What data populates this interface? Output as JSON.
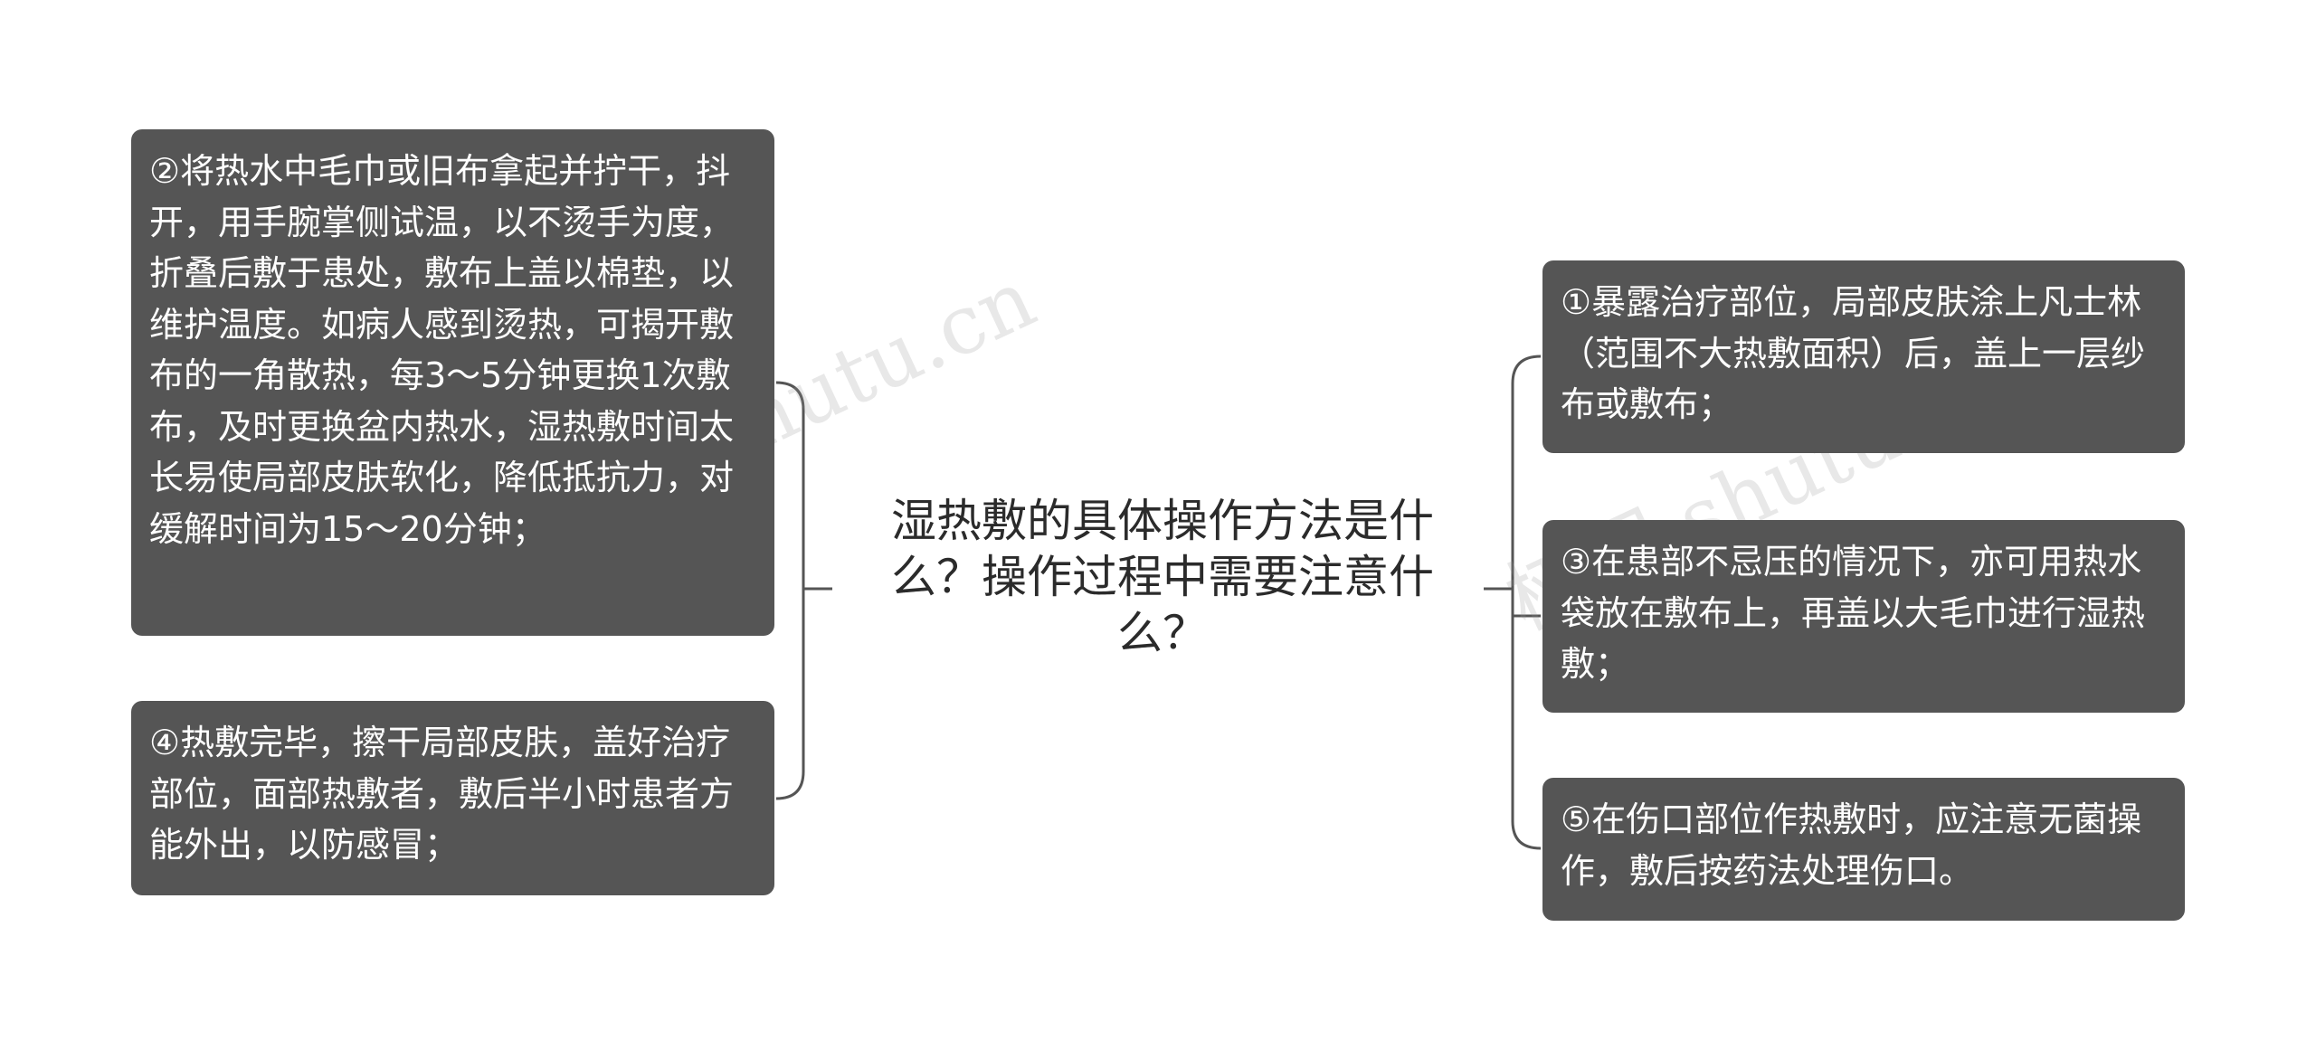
{
  "center": {
    "title": "湿热敷的具体操作方法是什么？操作过程中需要注意什么？"
  },
  "left_nodes": [
    {
      "id": "2",
      "text": "②将热水中毛巾或旧布拿起并拧干，抖开，用手腕掌侧试温，以不烫手为度，折叠后敷于患处，敷布上盖以棉垫，以维护温度。如病人感到烫热，可揭开敷布的一角散热，每3～5分钟更换1次敷布，及时更换盆内热水，湿热敷时间太长易使局部皮肤软化，降低抵抗力，对缓解时间为15～20分钟；"
    },
    {
      "id": "4",
      "text": "④热敷完毕，擦干局部皮肤，盖好治疗部位，面部热敷者，敷后半小时患者方能外出，以防感冒；"
    }
  ],
  "right_nodes": [
    {
      "id": "1",
      "text": "①暴露治疗部位，局部皮肤涂上凡士林（范围不大热敷面积）后，盖上一层纱布或敷布；"
    },
    {
      "id": "3",
      "text": "③在患部不忌压的情况下，亦可用热水袋放在敷布上，再盖以大毛巾进行湿热敷；"
    },
    {
      "id": "5",
      "text": "⑤在伤口部位作热敷时，应注意无菌操作，敷后按药法处理伤口。"
    }
  ],
  "watermark": {
    "left": "树图 shutu.cn",
    "right": "树图 shutu.cn"
  },
  "colors": {
    "node_bg": "#555555",
    "node_text": "#ffffff",
    "connector": "#555555",
    "title_text": "#2b2b2b"
  }
}
